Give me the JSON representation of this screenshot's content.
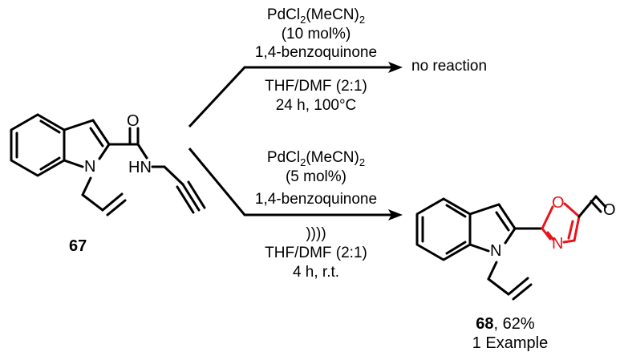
{
  "starting_material": {
    "label": "67",
    "atoms": {
      "O": "O",
      "HN": "HN",
      "N": "N"
    }
  },
  "top_reaction": {
    "catalyst_main": "PdCl",
    "catalyst_sub": "2",
    "catalyst_rest": "(MeCN)",
    "catalyst_sub2": "2",
    "loading": "(10 mol%)",
    "oxidant": "1,4-benzoquinone",
    "solvent": "THF/DMF (2:1)",
    "time_temp": "24 h, 100°C",
    "outcome": "no reaction"
  },
  "bottom_reaction": {
    "catalyst_main": "PdCl",
    "catalyst_sub": "2",
    "catalyst_rest": "(MeCN)",
    "catalyst_sub2": "2",
    "loading": "(5 mol%)",
    "oxidant": "1,4-benzoquinone",
    "ultrasound": "))))",
    "solvent": "THF/DMF (2:1)",
    "time_temp": "4 h, r.t."
  },
  "product": {
    "label": "68",
    "yield": ", 62%",
    "examples": "1 Example",
    "atoms": {
      "O_ring": "O",
      "N_ring": "N",
      "N_indole": "N",
      "O_aldehyde": "O"
    },
    "colors": {
      "oxazole": "#e8141c",
      "default": "#000000"
    }
  }
}
